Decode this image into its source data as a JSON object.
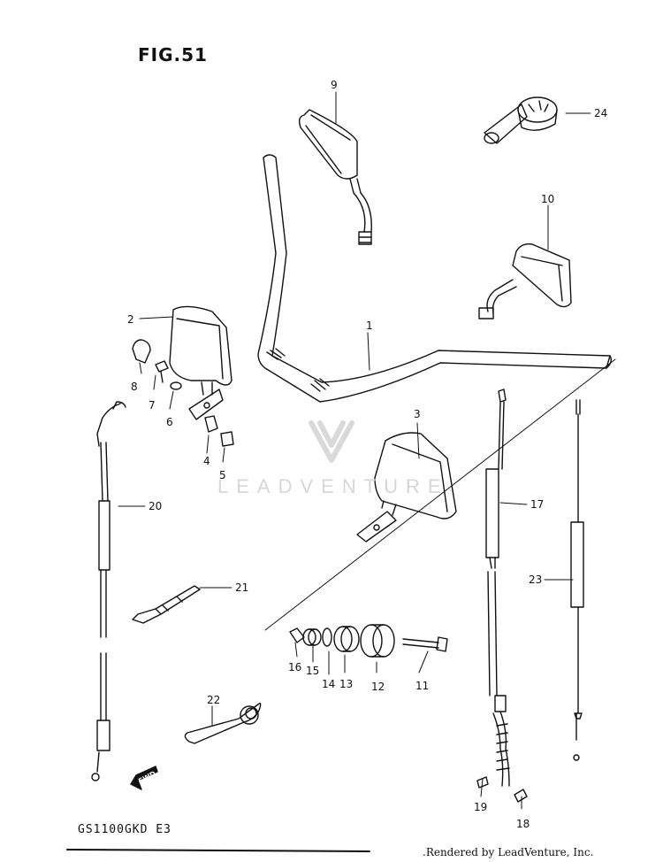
{
  "figure": {
    "title": "FIG.51",
    "model_code": "GS1100GKD E3",
    "credit": ".Rendered by LeadVenture, Inc.",
    "watermark": "LEADVENTURE",
    "fwd_label": "FWD"
  },
  "callouts": [
    "1",
    "2",
    "3",
    "4",
    "5",
    "6",
    "7",
    "8",
    "9",
    "10",
    "11",
    "12",
    "13",
    "14",
    "15",
    "16",
    "17",
    "18",
    "19",
    "20",
    "21",
    "22",
    "23",
    "24"
  ],
  "colors": {
    "line": "#111111",
    "watermark": "#d7d7d7",
    "background": "#ffffff"
  }
}
